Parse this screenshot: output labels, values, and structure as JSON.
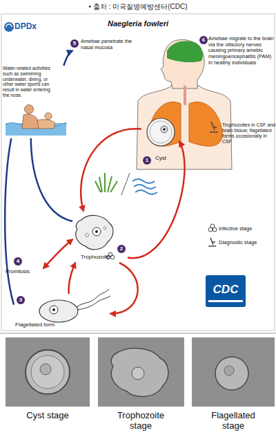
{
  "diagram": {
    "title": "Naegleria fowleri",
    "nodes": [
      {
        "text": [
          "Amebae penetrate the nasal mucosa",
          "Amebae migrate to the brain via the olfactory nerves causing primary amebic meningoencephalitis (PAM) in healthy individuals",
          "Trophozoites in CSF and brain tissue; flagellated forms occasionally in CSF"
        ]
      },
      {
        "text": [
          "Water-related activities such as swimming underwater, diving, or other water sports can result in water entering the nose."
        ]
      },
      {
        "text": [
          "Cyst"
        ]
      },
      {
        "text": [
          "Promitosis"
        ]
      },
      {
        "text": [
          "Trophozoite"
        ]
      },
      {
        "text": [
          "Flagellated form"
        ]
      },
      {
        "text": [
          "Cyst stage"
        ]
      },
      {
        "text": [
          "Trophozoite stage"
        ]
      },
      {
        "text": [
          "Flagellated stage"
        ]
      }
    ],
    "edges": [
      {
        "from": 4,
        "to": 2,
        "arrow": "to"
      },
      {
        "from": 2,
        "to": 4,
        "arrow": "to"
      },
      {
        "from": 4,
        "to": 3,
        "arrow": "both"
      },
      {
        "from": 4,
        "to": 5,
        "arrow": "to"
      },
      {
        "from": 5,
        "to": 4,
        "arrow": "to"
      },
      {
        "from": 4,
        "to": 1,
        "arrow": "none"
      },
      {
        "from": 5,
        "to": 1,
        "arrow": "none"
      },
      {
        "from": 1,
        "to": 0,
        "arrow": "to"
      }
    ],
    "labels": [
      "• 출처 : 미국질병예방센터(CDC)",
      "DPDx",
      "5",
      "6",
      "1",
      "2",
      "3",
      "4",
      "CDC"
    ],
    "legend": [
      {
        "text": "Infective stage"
      },
      {
        "text": "Diagnostic stage"
      }
    ]
  }
}
